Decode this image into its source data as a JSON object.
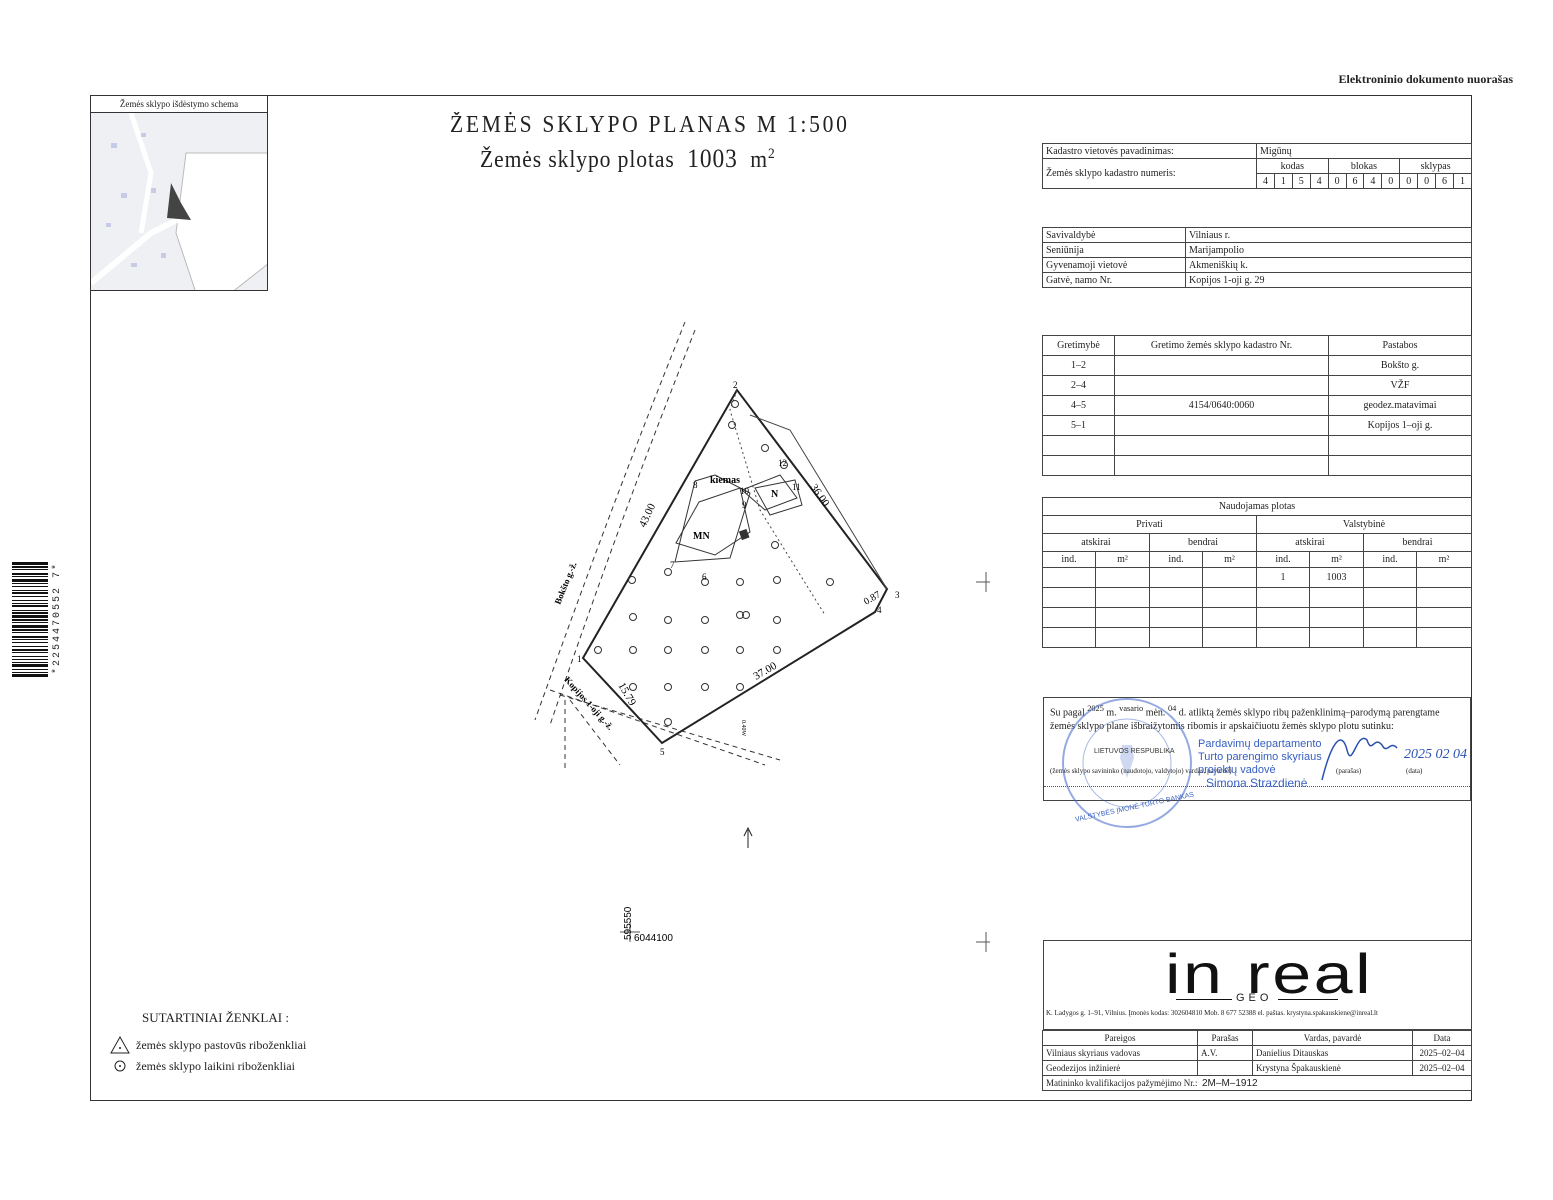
{
  "header": {
    "doc_ref": "Elektroninio dokumento nuorašas",
    "title": "ŽEMĖS SKLYPO PLANAS M 1:500",
    "area_label": "Žemės sklypo plotas",
    "area_value": "1003",
    "area_unit": "m",
    "area_exp": "2"
  },
  "schema": {
    "title": "Žemės sklypo išdėstymo schema"
  },
  "cadastre": {
    "place_label": "Kadastro vietovės pavadinimas:",
    "place_value": "Migūnų",
    "number_label": "Žemės sklypo kadastro numeris:",
    "kodas": "kodas",
    "blokas": "blokas",
    "sklypas": "sklypas",
    "digits": [
      "4",
      "1",
      "5",
      "4",
      "0",
      "6",
      "4",
      "0",
      "0",
      "0",
      "6",
      "1"
    ]
  },
  "address": [
    {
      "label": "Savivaldybė",
      "value": "Vilniaus r."
    },
    {
      "label": "Seniūnija",
      "value": "Marijampolio"
    },
    {
      "label": "Gyvenamoji vietovė",
      "value": "Akmeniškių k."
    },
    {
      "label": "Gatvė, namo Nr.",
      "value": "Kopijos 1-oji g. 29"
    }
  ],
  "neighbors": {
    "headers": [
      "Gretimybė",
      "Gretimo žemės sklypo kadastro Nr.",
      "Pastabos"
    ],
    "rows": [
      {
        "side": "1–2",
        "cad": "",
        "note": "Bokšto g."
      },
      {
        "side": "2–4",
        "cad": "",
        "note": "VŽF"
      },
      {
        "side": "4–5",
        "cad": "4154/0640:0060",
        "note": "geodez.matavimai"
      },
      {
        "side": "5–1",
        "cad": "",
        "note": "Kopijos 1–oji g."
      }
    ]
  },
  "usage": {
    "title": "Naudojamas plotas",
    "private": "Privati",
    "state": "Valstybinė",
    "separately": "atskirai",
    "jointly": "bendrai",
    "ind": "ind.",
    "m2": "m²",
    "state_sep_ind": "1",
    "state_sep_m2": "1003"
  },
  "consent": {
    "text1": "Su pagal",
    "year": "2025",
    "text2": "m.",
    "month": "vasario",
    "text3": "mėn.",
    "day": "04",
    "text4": "d. atliktą žemės sklypo ribų paženklinimą–parodymą parengtame žemės sklypo plane išbraižytomis ribomis ir apskaičiuotu žemės sklypo plotu sutinku:",
    "owner_caption": "(žemės sklypo savininko (naudotojo, valdytojo) vardas, pavardė)",
    "signature_caption": "(parašas)",
    "date_caption": "(data)",
    "handwritten_date": "2025 02 04"
  },
  "stamp": {
    "ring_top": "LIETUVOS RESPUBLIKA",
    "ring_bottom": "VALSTYBĖS ĮMONĖ TURTO BANKAS",
    "line1": "Pardavimų departamento",
    "line2": "Turto parengimo skyriaus",
    "line3": "projektų vadovė",
    "line4": "Simona Strazdienė"
  },
  "company": {
    "logo": "in real",
    "sub": "GEO",
    "address": "K. Ladygos g. 1–91, Vilnius. Įmonės kodas: 302604810 Mob. 8 677 52388 el. paštas. krystyna.spakauskiene@inreal.lt"
  },
  "signatures": {
    "headers": [
      "Pareigos",
      "Parašas",
      "Vardas, pavardė",
      "Data"
    ],
    "rows": [
      {
        "role": "Vilniaus skyriaus vadovas",
        "sign": "A.V.",
        "name": "Danielius Ditauskas",
        "date": "2025–02–04"
      },
      {
        "role": "Geodezijos inžinierė",
        "sign": "",
        "name": "Krystyna Špakauskienė",
        "date": "2025–02–04"
      }
    ],
    "qual_label": "Matininko kvalifikacijos pažymėjimo Nr.:",
    "qual_value": "2M–M–1912"
  },
  "legend": {
    "title": "SUTARTINIAI ŽENKLAI :",
    "items": [
      "žemės sklypo pastovūs riboženkliai",
      "žemės sklypo laikini riboženkliai"
    ]
  },
  "plan": {
    "street_left": "Bokšto g.-ž.",
    "street_bottom": "Kopijos 1-oji g.-ž.",
    "yard": "kiemas",
    "house": "MN",
    "outbuilding": "N",
    "side_1_2": "43.00",
    "side_2_3": "36.00",
    "side_3_4": "0.87",
    "side_4_5": "37.00",
    "side_5_1": "15.79",
    "point_labels": [
      "1",
      "2",
      "3",
      "4",
      "5",
      "6",
      "7",
      "8",
      "9",
      "10",
      "11",
      "12"
    ],
    "coord_y": "595550",
    "coord_x": "6044100",
    "elevation": "0.40W"
  },
  "barcode": {
    "digits": "*2254470552 7*"
  }
}
